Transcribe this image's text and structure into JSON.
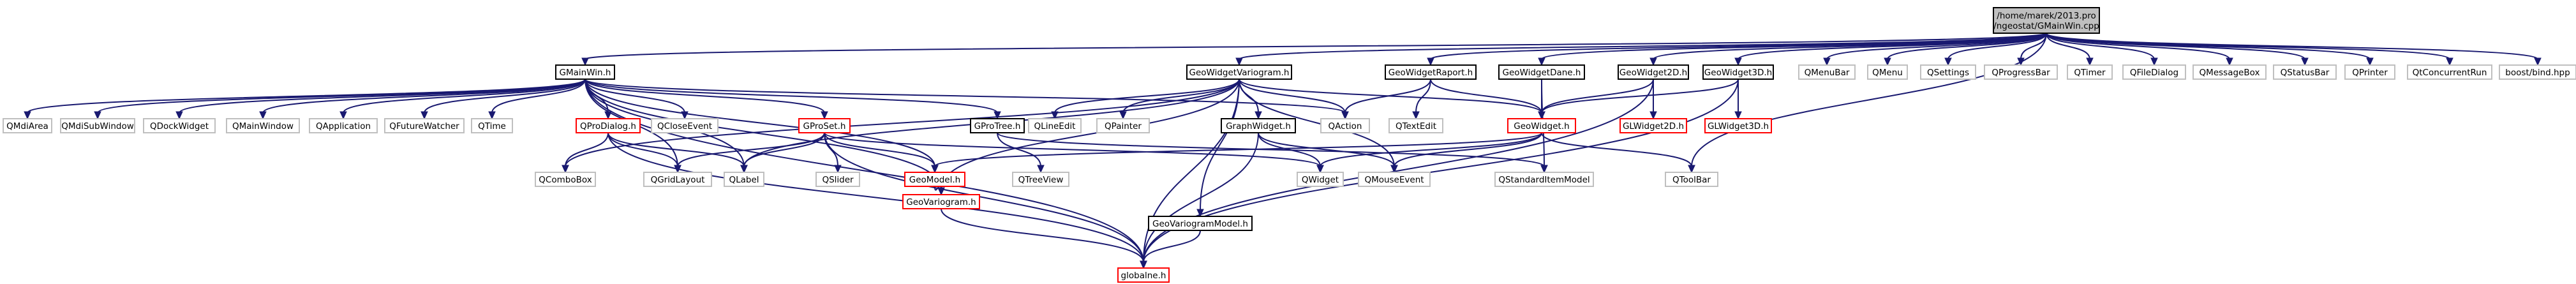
{
  "colors": {
    "background": "#ffffff",
    "edge": "#191970",
    "border_default": "#bfbfbf",
    "border_documented": "#000000",
    "border_truncated": "#ff0000",
    "fill_root": "#bfbfbf",
    "fill_default": "#ffffff"
  },
  "legend_of_styles": {
    "root": "file being documented (grey fill)",
    "documented": "project header (black border)",
    "truncated": "graph truncated (red border)",
    "external": "external include (grey border)"
  },
  "nodes": [
    {
      "id": "root",
      "style": "root",
      "lines": [
        "/home/marek/2013.pro",
        "/ngeostat/GMainWin.cpp"
      ]
    },
    {
      "id": "gmainwin",
      "style": "documented",
      "lines": [
        "GMainWin.h"
      ]
    },
    {
      "id": "geowidgetvariogram",
      "style": "documented",
      "lines": [
        "GeoWidgetVariogram.h"
      ]
    },
    {
      "id": "geowidgetraport",
      "style": "documented",
      "lines": [
        "GeoWidgetRaport.h"
      ]
    },
    {
      "id": "geowidgetdane",
      "style": "documented",
      "lines": [
        "GeoWidgetDane.h"
      ]
    },
    {
      "id": "geowidget2d",
      "style": "documented",
      "lines": [
        "GeoWidget2D.h"
      ]
    },
    {
      "id": "geowidget3d",
      "style": "documented",
      "lines": [
        "GeoWidget3D.h"
      ]
    },
    {
      "id": "qmenubar",
      "style": "external",
      "lines": [
        "QMenuBar"
      ]
    },
    {
      "id": "qmenu",
      "style": "external",
      "lines": [
        "QMenu"
      ]
    },
    {
      "id": "qsettings",
      "style": "external",
      "lines": [
        "QSettings"
      ]
    },
    {
      "id": "qprogressbar",
      "style": "external",
      "lines": [
        "QProgressBar"
      ]
    },
    {
      "id": "qtimer",
      "style": "external",
      "lines": [
        "QTimer"
      ]
    },
    {
      "id": "qfiledialog",
      "style": "external",
      "lines": [
        "QFileDialog"
      ]
    },
    {
      "id": "qmessagebox",
      "style": "external",
      "lines": [
        "QMessageBox"
      ]
    },
    {
      "id": "qstatusbar",
      "style": "external",
      "lines": [
        "QStatusBar"
      ]
    },
    {
      "id": "qprinter",
      "style": "external",
      "lines": [
        "QPrinter"
      ]
    },
    {
      "id": "qtconcurrentrun",
      "style": "external",
      "lines": [
        "QtConcurrentRun"
      ]
    },
    {
      "id": "boostbind",
      "style": "external",
      "lines": [
        "boost/bind.hpp"
      ]
    },
    {
      "id": "qmdiarea",
      "style": "external",
      "lines": [
        "QMdiArea"
      ]
    },
    {
      "id": "qmdisubwindow",
      "style": "external",
      "lines": [
        "QMdiSubWindow"
      ]
    },
    {
      "id": "qdockwidget",
      "style": "external",
      "lines": [
        "QDockWidget"
      ]
    },
    {
      "id": "qmainwindow",
      "style": "external",
      "lines": [
        "QMainWindow"
      ]
    },
    {
      "id": "qapplication",
      "style": "external",
      "lines": [
        "QApplication"
      ]
    },
    {
      "id": "qfuturewatcher",
      "style": "external",
      "lines": [
        "QFutureWatcher"
      ]
    },
    {
      "id": "qtime",
      "style": "external",
      "lines": [
        "QTime"
      ]
    },
    {
      "id": "qprodialog",
      "style": "truncated",
      "lines": [
        "QProDialog.h"
      ]
    },
    {
      "id": "qcloseevent",
      "style": "external",
      "lines": [
        "QCloseEvent"
      ]
    },
    {
      "id": "gproset",
      "style": "truncated",
      "lines": [
        "GProSet.h"
      ]
    },
    {
      "id": "gprotree",
      "style": "documented",
      "lines": [
        "GProTree.h"
      ]
    },
    {
      "id": "qlineedit",
      "style": "external",
      "lines": [
        "QLineEdit"
      ]
    },
    {
      "id": "qpainter",
      "style": "external",
      "lines": [
        "QPainter"
      ]
    },
    {
      "id": "graphwidget",
      "style": "documented",
      "lines": [
        "GraphWidget.h"
      ]
    },
    {
      "id": "qaction",
      "style": "external",
      "lines": [
        "QAction"
      ]
    },
    {
      "id": "qtextedit",
      "style": "external",
      "lines": [
        "QTextEdit"
      ]
    },
    {
      "id": "geowidget",
      "style": "truncated",
      "lines": [
        "GeoWidget.h"
      ]
    },
    {
      "id": "glwidget2d",
      "style": "truncated",
      "lines": [
        "GLWidget2D.h"
      ]
    },
    {
      "id": "glwidget3d",
      "style": "truncated",
      "lines": [
        "GLWidget3D.h"
      ]
    },
    {
      "id": "qcombobox",
      "style": "external",
      "lines": [
        "QComboBox"
      ]
    },
    {
      "id": "qgridlayout",
      "style": "external",
      "lines": [
        "QGridLayout"
      ]
    },
    {
      "id": "qlabel",
      "style": "external",
      "lines": [
        "QLabel"
      ]
    },
    {
      "id": "qslider",
      "style": "external",
      "lines": [
        "QSlider"
      ]
    },
    {
      "id": "geomodel",
      "style": "truncated",
      "lines": [
        "GeoModel.h"
      ]
    },
    {
      "id": "qtreeview",
      "style": "external",
      "lines": [
        "QTreeView"
      ]
    },
    {
      "id": "qwidget",
      "style": "external",
      "lines": [
        "QWidget"
      ]
    },
    {
      "id": "qmouseevent",
      "style": "external",
      "lines": [
        "QMouseEvent"
      ]
    },
    {
      "id": "qstandarditemmodel",
      "style": "external",
      "lines": [
        "QStandardItemModel"
      ]
    },
    {
      "id": "qtoolbar",
      "style": "external",
      "lines": [
        "QToolBar"
      ]
    },
    {
      "id": "geovariogram",
      "style": "truncated",
      "lines": [
        "GeoVariogram.h"
      ]
    },
    {
      "id": "geovariogrammodel",
      "style": "documented",
      "lines": [
        "GeoVariogramModel.h"
      ]
    },
    {
      "id": "globalne",
      "style": "truncated",
      "lines": [
        "globalne.h"
      ]
    }
  ],
  "edges": [
    [
      "root",
      "gmainwin"
    ],
    [
      "root",
      "geowidgetvariogram"
    ],
    [
      "root",
      "geowidgetraport"
    ],
    [
      "root",
      "geowidgetdane"
    ],
    [
      "root",
      "geowidget2d"
    ],
    [
      "root",
      "geowidget3d"
    ],
    [
      "root",
      "qmenubar"
    ],
    [
      "root",
      "qmenu"
    ],
    [
      "root",
      "qsettings"
    ],
    [
      "root",
      "qprogressbar"
    ],
    [
      "root",
      "qtimer"
    ],
    [
      "root",
      "qfiledialog"
    ],
    [
      "root",
      "qmessagebox"
    ],
    [
      "root",
      "qstatusbar"
    ],
    [
      "root",
      "qprinter"
    ],
    [
      "root",
      "qtconcurrentrun"
    ],
    [
      "root",
      "boostbind"
    ],
    [
      "root",
      "qtoolbar"
    ],
    [
      "gmainwin",
      "qmdiarea"
    ],
    [
      "gmainwin",
      "qmdisubwindow"
    ],
    [
      "gmainwin",
      "qdockwidget"
    ],
    [
      "gmainwin",
      "qmainwindow"
    ],
    [
      "gmainwin",
      "qapplication"
    ],
    [
      "gmainwin",
      "qfuturewatcher"
    ],
    [
      "gmainwin",
      "qtime"
    ],
    [
      "gmainwin",
      "qprodialog"
    ],
    [
      "gmainwin",
      "qcloseevent"
    ],
    [
      "gmainwin",
      "gproset"
    ],
    [
      "gmainwin",
      "qaction"
    ],
    [
      "gmainwin",
      "geomodel"
    ],
    [
      "gmainwin",
      "geovariogram"
    ],
    [
      "gmainwin",
      "qgridlayout"
    ],
    [
      "gmainwin",
      "qlabel"
    ],
    [
      "gmainwin",
      "globalne"
    ],
    [
      "gmainwin",
      "gprotree"
    ],
    [
      "geowidgetvariogram",
      "qlineedit"
    ],
    [
      "geowidgetvariogram",
      "qpainter"
    ],
    [
      "geowidgetvariogram",
      "graphwidget"
    ],
    [
      "geowidgetvariogram",
      "qaction"
    ],
    [
      "geowidgetvariogram",
      "geowidget"
    ],
    [
      "geowidgetvariogram",
      "geovariogrammodel"
    ],
    [
      "geowidgetvariogram",
      "qcombobox"
    ],
    [
      "geowidgetvariogram",
      "qlabel"
    ],
    [
      "geowidgetvariogram",
      "geovariogram"
    ],
    [
      "geowidgetvariogram",
      "qmouseevent"
    ],
    [
      "geowidgetvariogram",
      "globalne"
    ],
    [
      "geowidgetraport",
      "qaction"
    ],
    [
      "geowidgetraport",
      "qtextedit"
    ],
    [
      "geowidgetraport",
      "geowidget"
    ],
    [
      "geowidgetdane",
      "geowidget"
    ],
    [
      "geowidgetdane",
      "qstandarditemmodel"
    ],
    [
      "geowidget2d",
      "geowidget"
    ],
    [
      "geowidget2d",
      "glwidget2d"
    ],
    [
      "geowidget2d",
      "globalne"
    ],
    [
      "geowidget3d",
      "geowidget"
    ],
    [
      "geowidget3d",
      "glwidget3d"
    ],
    [
      "geowidget3d",
      "globalne"
    ],
    [
      "qprodialog",
      "qcombobox"
    ],
    [
      "qprodialog",
      "qgridlayout"
    ],
    [
      "qprodialog",
      "qlabel"
    ],
    [
      "qprodialog",
      "globalne"
    ],
    [
      "gproset",
      "qlabel"
    ],
    [
      "gproset",
      "qgridlayout"
    ],
    [
      "gproset",
      "qslider"
    ],
    [
      "gproset",
      "geomodel"
    ],
    [
      "gproset",
      "qwidget"
    ],
    [
      "gproset",
      "globalne"
    ],
    [
      "gprotree",
      "qtreeview"
    ],
    [
      "gprotree",
      "qstandarditemmodel"
    ],
    [
      "graphwidget",
      "qwidget"
    ],
    [
      "graphwidget",
      "qmouseevent"
    ],
    [
      "graphwidget",
      "globalne"
    ],
    [
      "geowidget",
      "qwidget"
    ],
    [
      "geowidget",
      "qtoolbar"
    ],
    [
      "geowidget",
      "geomodel"
    ],
    [
      "geowidget",
      "qmouseevent"
    ],
    [
      "geomodel",
      "geovariogram"
    ],
    [
      "geovariogram",
      "globalne"
    ],
    [
      "geovariogrammodel",
      "globalne"
    ]
  ]
}
